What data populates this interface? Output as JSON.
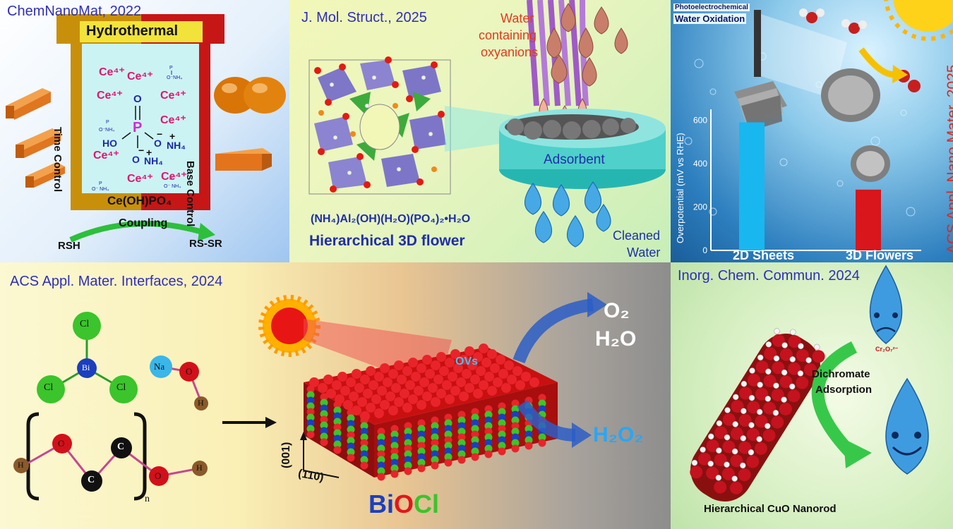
{
  "colors": {
    "citation": "#2f2fb8",
    "ce_pink": "#e0156e",
    "phosphate_blue": "#1a2aa8",
    "title_blue": "#1f2fa8",
    "bar_blue": "#18b7f0",
    "bar_red": "#d8161b",
    "oxygen_red": "#d3101a",
    "chlorine_green": "#3bc42b",
    "bismuth_blue": "#1b3fbf"
  },
  "panel1": {
    "citation": "ChemNanoMat, 2022",
    "hydrothermal": "Hydrothermal",
    "time_control": "Time Control",
    "base_control": "Base Control",
    "ce_ion": "Ce⁴⁺",
    "ho": "HO",
    "o_top": "O",
    "p_center": "P",
    "o_right": "O",
    "nh4_right": "NH₄",
    "o_bottom": "O",
    "nh4_bottom": "NH₄",
    "plus": "+",
    "minus": "−",
    "product": "Ce(OH)PO₄",
    "coupling": "Coupling",
    "reactant": "RSH",
    "coupled_product": "RS-SR"
  },
  "panel2": {
    "citation": "J. Mol. Struct., 2025",
    "water_oxyanions_1": "Water",
    "water_oxyanions_2": "containing",
    "water_oxyanions_3": "oxyanions",
    "adsorbent": "Adsorbent",
    "formula": "(NH₄)Al₂(OH)(H₂O)(PO₄)₂•H₂O",
    "caption": "Hierarchical 3D flower",
    "cleaned_1": "Cleaned",
    "cleaned_2": "Water"
  },
  "panel3": {
    "title_1": "Photoelectrochemical",
    "title_2": "Water Oxidation",
    "citation": "ACS Appl. Nano Mater. 2025",
    "ylabel": "Overpotential (mV vs RHE)",
    "yticks": [
      "600",
      "400",
      "200",
      "0"
    ]
  },
  "panel4": {
    "citation": "ACS Appl. Mater. Interfaces, 2024",
    "cl": "Cl",
    "bi": "Bi",
    "na": "Na",
    "o": "O",
    "h": "H",
    "c": "C",
    "n": "n",
    "ovs": "OVs",
    "o2": "O₂",
    "h2o": "H₂O",
    "h2o2": "H₂O₂",
    "miller_001": "(001)",
    "miller_110": "(110)",
    "product_bi": "Bi",
    "product_o": "O",
    "product_cl": "Cl"
  },
  "panel5": {
    "citation": "Inorg. Chem. Commun. 2024",
    "cr_label": "Cr₂O₇²⁻",
    "process_1": "Dichromate",
    "process_2": "Adsorption",
    "caption": "Hierarchical CuO Nanorod"
  },
  "chart_data": {
    "type": "bar",
    "categories": [
      "2D Sheets",
      "3D Flowers"
    ],
    "values": [
      590,
      280
    ],
    "ylabel": "Overpotential (mV vs RHE)",
    "ylim": [
      0,
      650
    ],
    "colors": [
      "#18b7f0",
      "#d8161b"
    ]
  }
}
